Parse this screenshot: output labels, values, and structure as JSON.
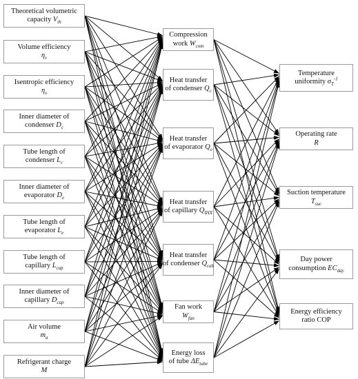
{
  "inputs": [
    {
      "l1": "Theoretical volumetric",
      "l2": "capacity",
      "sym": "V",
      "sub": "th"
    },
    {
      "l1": "Volume efficiency",
      "l2": "",
      "sym": "η",
      "sub": "v"
    },
    {
      "l1": "Isentropic efficiency",
      "l2": "",
      "sym": "η",
      "sub": "s"
    },
    {
      "l1": "Inner diameter of",
      "l2": "condenser",
      "sym": "D",
      "sub": "c"
    },
    {
      "l1": "Tube length of",
      "l2": "condenser",
      "sym": "L",
      "sub": "c"
    },
    {
      "l1": "Inner diameter of",
      "l2": "evaporator",
      "sym": "D",
      "sub": "e"
    },
    {
      "l1": "Tube length of",
      "l2": "evaporator",
      "sym": "L",
      "sub": "e"
    },
    {
      "l1": "Tube length of",
      "l2": "capillary",
      "sym": "L",
      "sub": "cap"
    },
    {
      "l1": "Inner diameter of",
      "l2": "capillary",
      "sym": "D",
      "sub": "cap"
    },
    {
      "l1": "Air volume",
      "l2": "",
      "sym": "m",
      "sub": "a"
    },
    {
      "l1": "Refrigerant charge",
      "l2": "",
      "sym": "M",
      "sub": ""
    }
  ],
  "middle": [
    {
      "l1": "Compression",
      "l2": "work",
      "sym": "W",
      "sub": "com"
    },
    {
      "l1": "Heat transfer",
      "l2": "of condenser",
      "sym": "Q",
      "sub": "c"
    },
    {
      "l1": "Heat transfer",
      "l2": "of evaporator",
      "sym": "Q",
      "sub": "e"
    },
    {
      "l1": "Heat transfer",
      "l2": "of capillary",
      "sym": "Q",
      "sub": "IHX"
    },
    {
      "l1": "Heat transfer",
      "l2": "of condenser",
      "sym": "Q",
      "sub": "cab"
    },
    {
      "l1": "Fan work",
      "l2": "",
      "sym": "W",
      "sub": "fan"
    },
    {
      "l1": "Energy loss",
      "l2": "of tube",
      "sym": "ΔE",
      "sub": "tube"
    }
  ],
  "outputs": [
    {
      "l1": "Temperature",
      "l2": "uniformity",
      "sym": "σ",
      "sub": "T",
      "sup": "-1"
    },
    {
      "l1": "Operating rate",
      "l2": "",
      "sym": "R",
      "sub": ""
    },
    {
      "l1": "Suction temperature",
      "l2": "",
      "sym": "T",
      "sub": "suc"
    },
    {
      "l1": "Day power",
      "l2": "consumption",
      "sym": "EC",
      "sub": "day"
    },
    {
      "l1": "Energy efficiency",
      "l2": "ratio COP",
      "sym": "",
      "sub": ""
    }
  ],
  "connections": {
    "input_to_middle": [
      [
        0,
        1,
        2,
        3,
        4,
        5,
        6
      ],
      [
        0,
        1,
        2,
        3,
        4,
        5,
        6
      ],
      [
        0,
        1,
        2,
        3,
        4,
        5,
        6
      ],
      [
        0,
        1,
        2,
        3,
        4,
        5,
        6
      ],
      [
        0,
        1,
        2,
        3,
        4,
        5,
        6
      ],
      [
        0,
        1,
        2,
        3,
        4,
        5,
        6
      ],
      [
        0,
        1,
        2,
        3,
        4,
        5,
        6
      ],
      [
        0,
        1,
        2,
        3,
        4,
        5,
        6
      ],
      [
        0,
        1,
        2,
        3,
        4,
        5,
        6
      ],
      [
        0,
        1,
        2,
        3,
        4,
        5,
        6
      ],
      [
        0,
        1,
        2,
        3,
        4,
        5,
        6
      ]
    ],
    "middle_to_output": [
      [
        0,
        1,
        2,
        3,
        4
      ],
      [
        0,
        1,
        2,
        3,
        4
      ],
      [
        0,
        1,
        2,
        3,
        4
      ],
      [
        0,
        1,
        2,
        3,
        4
      ],
      [
        0,
        1,
        2,
        3,
        4
      ],
      [
        0,
        1,
        2,
        3,
        4
      ],
      [
        0,
        1,
        2,
        3,
        4
      ]
    ]
  },
  "colors": {
    "line": "#000000",
    "border": "#9a9a9a"
  }
}
